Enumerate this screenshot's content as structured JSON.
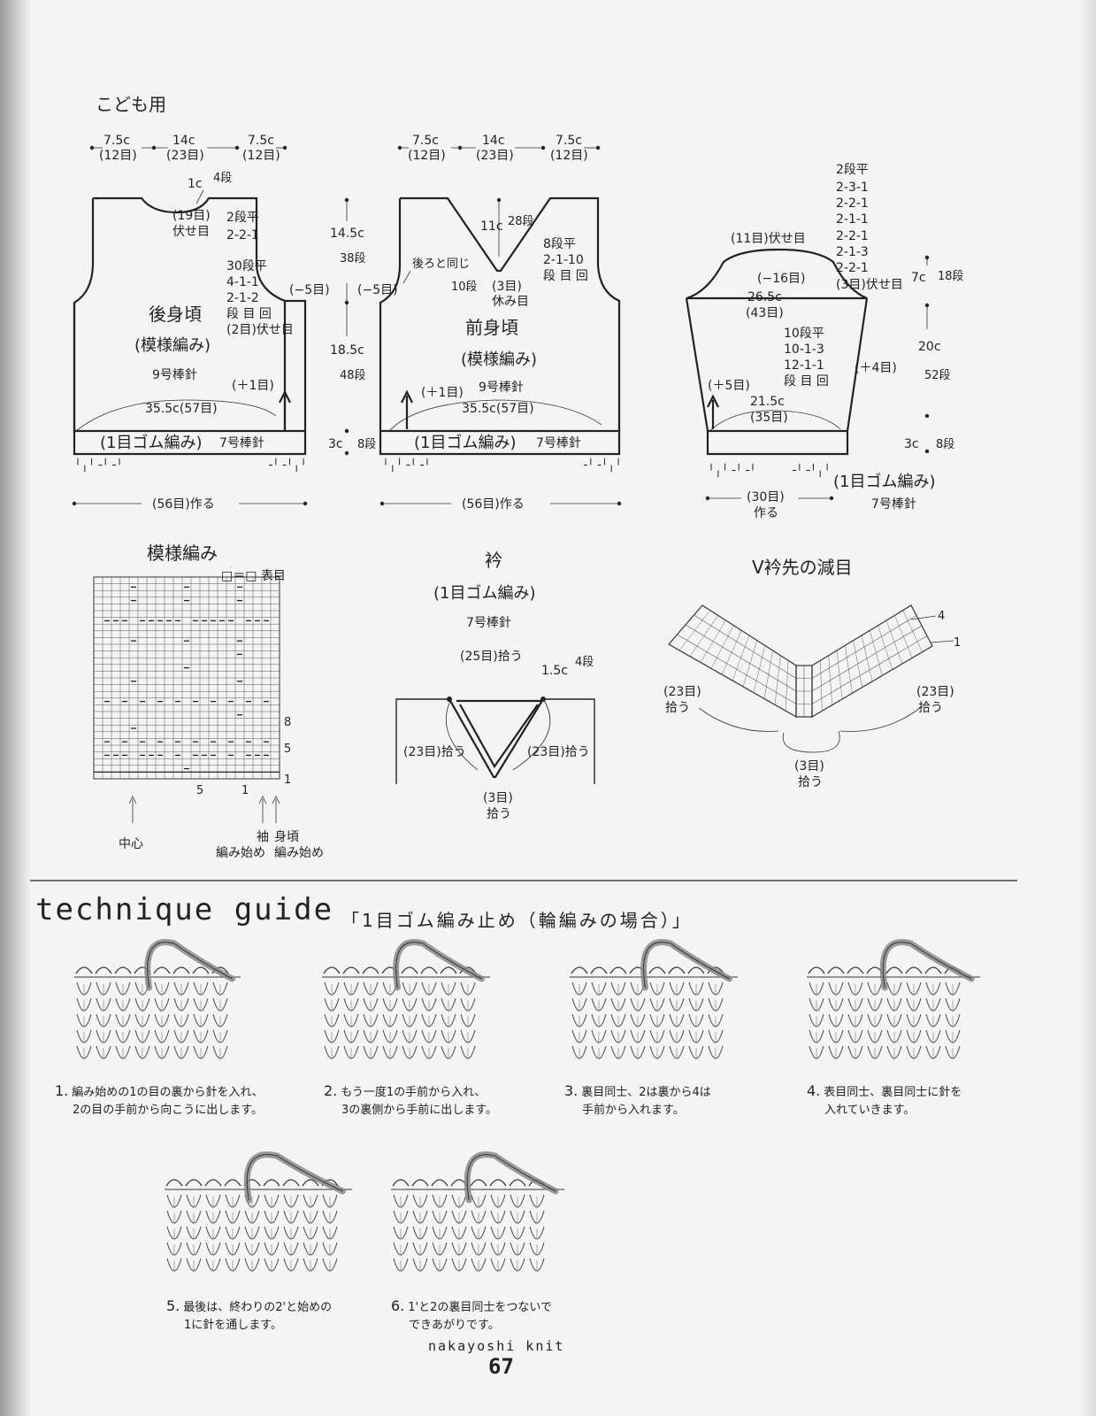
{
  "title": "こども用",
  "back": {
    "top_widths": [
      "7.5c",
      "14c",
      "7.5c"
    ],
    "top_stitches": [
      "(12目)",
      "(23目)",
      "(12目)"
    ],
    "neck_depth": "1c",
    "neck_rows": "4段",
    "bind_off": [
      "(19目)",
      "伏せ目"
    ],
    "neck_shaping": [
      "2段平",
      "2-2-1"
    ],
    "armhole_shaping": [
      "30段平",
      "4-1-1",
      "2-1-2",
      "段 目 回",
      "(2目)伏せ目"
    ],
    "armhole_dec": "(−5目)",
    "name": "後身頃",
    "pattern": "(模様編み)",
    "needle": "9号棒針",
    "increase": "(＋1目)",
    "width": "35.5c(57目)",
    "ribbing": "(1目ゴム編み)",
    "rib_needle": "7号棒針",
    "cast_on": "(56目)作る"
  },
  "center_dims": {
    "upper": "14.5c",
    "upper_rows": "38段",
    "lower": "18.5c",
    "lower_rows": "48段",
    "rib": "3c",
    "rib_rows": "8段"
  },
  "front": {
    "top_widths": [
      "7.5c",
      "14c",
      "7.5c"
    ],
    "top_stitches": [
      "(12目)",
      "(23目)",
      "(12目)"
    ],
    "v_depth": "11c",
    "v_rows": "28段",
    "same_as_back": "後ろと同じ",
    "v_rows2": "10段",
    "center_hold": [
      "(3目)",
      "休み目"
    ],
    "v_shaping": [
      "8段平",
      "2-1-10",
      "段 目 回"
    ],
    "armhole_dec": "(−5目)",
    "name": "前身頃",
    "pattern": "(模様編み)",
    "increase": "(＋1目)",
    "needle": "9号棒針",
    "width": "35.5c(57目)",
    "ribbing": "(1目ゴム編み)",
    "rib_needle": "7号棒針",
    "cast_on": "(56目)作る"
  },
  "sleeve": {
    "cap_shaping": [
      "2段平",
      "2-3-1",
      "2-2-1",
      "2-1-1",
      "2-2-1",
      "2-1-3",
      "2-2-1",
      "(3目)伏せ目"
    ],
    "top_bind": "(11目)伏せ目",
    "dec": "(−16目)",
    "upper_width": "26.5c",
    "upper_stitches": "(43目)",
    "inc_shaping": [
      "10段平",
      "10-1-3",
      "12-1-1",
      "段 目 回"
    ],
    "inc_total": "(＋4目)",
    "inc_plus": "(＋5目)",
    "lower_width": "21.5c",
    "lower_stitches": "(35目)",
    "cap_height": "7c",
    "cap_rows": "18段",
    "len": "20c",
    "len_rows": "52段",
    "rib": "3c",
    "rib_rows": "8段",
    "ribbing": "(1目ゴム編み)",
    "rib_needle": "7号棒針",
    "cast_on": [
      "(30目)",
      "作る"
    ]
  },
  "chart": {
    "title": "模様編み",
    "legend": "□＝□ 表目",
    "row_labels": [
      "8",
      "5",
      "1"
    ],
    "col_labels": [
      "5",
      "1"
    ],
    "center": "中心",
    "sleeve_start": [
      "袖",
      "編み始め"
    ],
    "body_start": [
      "身頃",
      "編み始め"
    ]
  },
  "collar": {
    "title": "衿",
    "pattern": "(1目ゴム編み)",
    "needle": "7号棒針",
    "pick_top": "(25目)拾う",
    "width": "1.5c",
    "rows": "4段",
    "pick_left": "(23目)拾う",
    "pick_right": "(23目)拾う",
    "pick_center": [
      "(3目)",
      "拾う"
    ]
  },
  "vneck": {
    "title": "V衿先の減目",
    "row4": "4",
    "row1": "1",
    "left": [
      "(23目)",
      "拾う"
    ],
    "right": [
      "(23目)",
      "拾う"
    ],
    "center": [
      "(3目)",
      "拾う"
    ]
  },
  "technique": {
    "heading": "technique guide",
    "subtitle": "「1目ゴム編み止め（輪編みの場合）」",
    "steps": [
      {
        "num": "1.",
        "lines": [
          "編み始めの1の目の裏から針を入れ、",
          "2の目の手前から向こうに出します。"
        ]
      },
      {
        "num": "2.",
        "lines": [
          "もう一度1の手前から入れ、",
          "3の裏側から手前に出します。"
        ]
      },
      {
        "num": "3.",
        "lines": [
          "裏目同士、2は裏から4は",
          "手前から入れます。"
        ]
      },
      {
        "num": "4.",
        "lines": [
          "表目同士、裏目同士に針を",
          "入れていきます。"
        ]
      },
      {
        "num": "5.",
        "lines": [
          "最後は、終わりの2'と始めの",
          "1に針を通します。"
        ]
      },
      {
        "num": "6.",
        "lines": [
          "1'と2の裏目同士をつないで",
          "できあがりです。"
        ]
      }
    ]
  },
  "footer": {
    "brand": "nakayoshi knit",
    "page": "67"
  }
}
